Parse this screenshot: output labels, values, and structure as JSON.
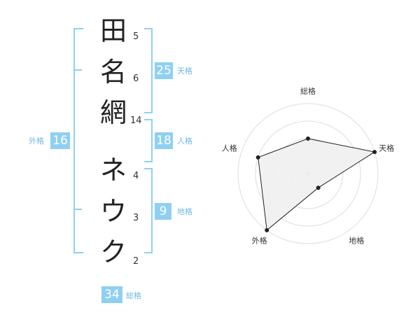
{
  "name": {
    "characters": [
      {
        "char": "田",
        "strokes": "5"
      },
      {
        "char": "名",
        "strokes": "6"
      },
      {
        "char": "網",
        "strokes": "14"
      },
      {
        "char": "ネ",
        "strokes": "4"
      },
      {
        "char": "ウ",
        "strokes": "3"
      },
      {
        "char": "ク",
        "strokes": "2"
      }
    ]
  },
  "fortune": {
    "tenkaku": {
      "value": "25",
      "label": "天格"
    },
    "jinkaku": {
      "value": "18",
      "label": "人格"
    },
    "chikaku": {
      "value": "9",
      "label": "地格"
    },
    "gaikaku": {
      "value": "16",
      "label": "外格"
    },
    "soukaku": {
      "value": "34",
      "label": "総格"
    }
  },
  "colors": {
    "accent": "#8fd0f2",
    "accent_text": "#6fb9e6"
  },
  "chart_data": {
    "type": "radar",
    "axes": [
      "総格",
      "天格",
      "地格",
      "外格",
      "人格"
    ],
    "values": [
      2,
      4,
      1,
      4,
      3
    ],
    "max": 4
  }
}
